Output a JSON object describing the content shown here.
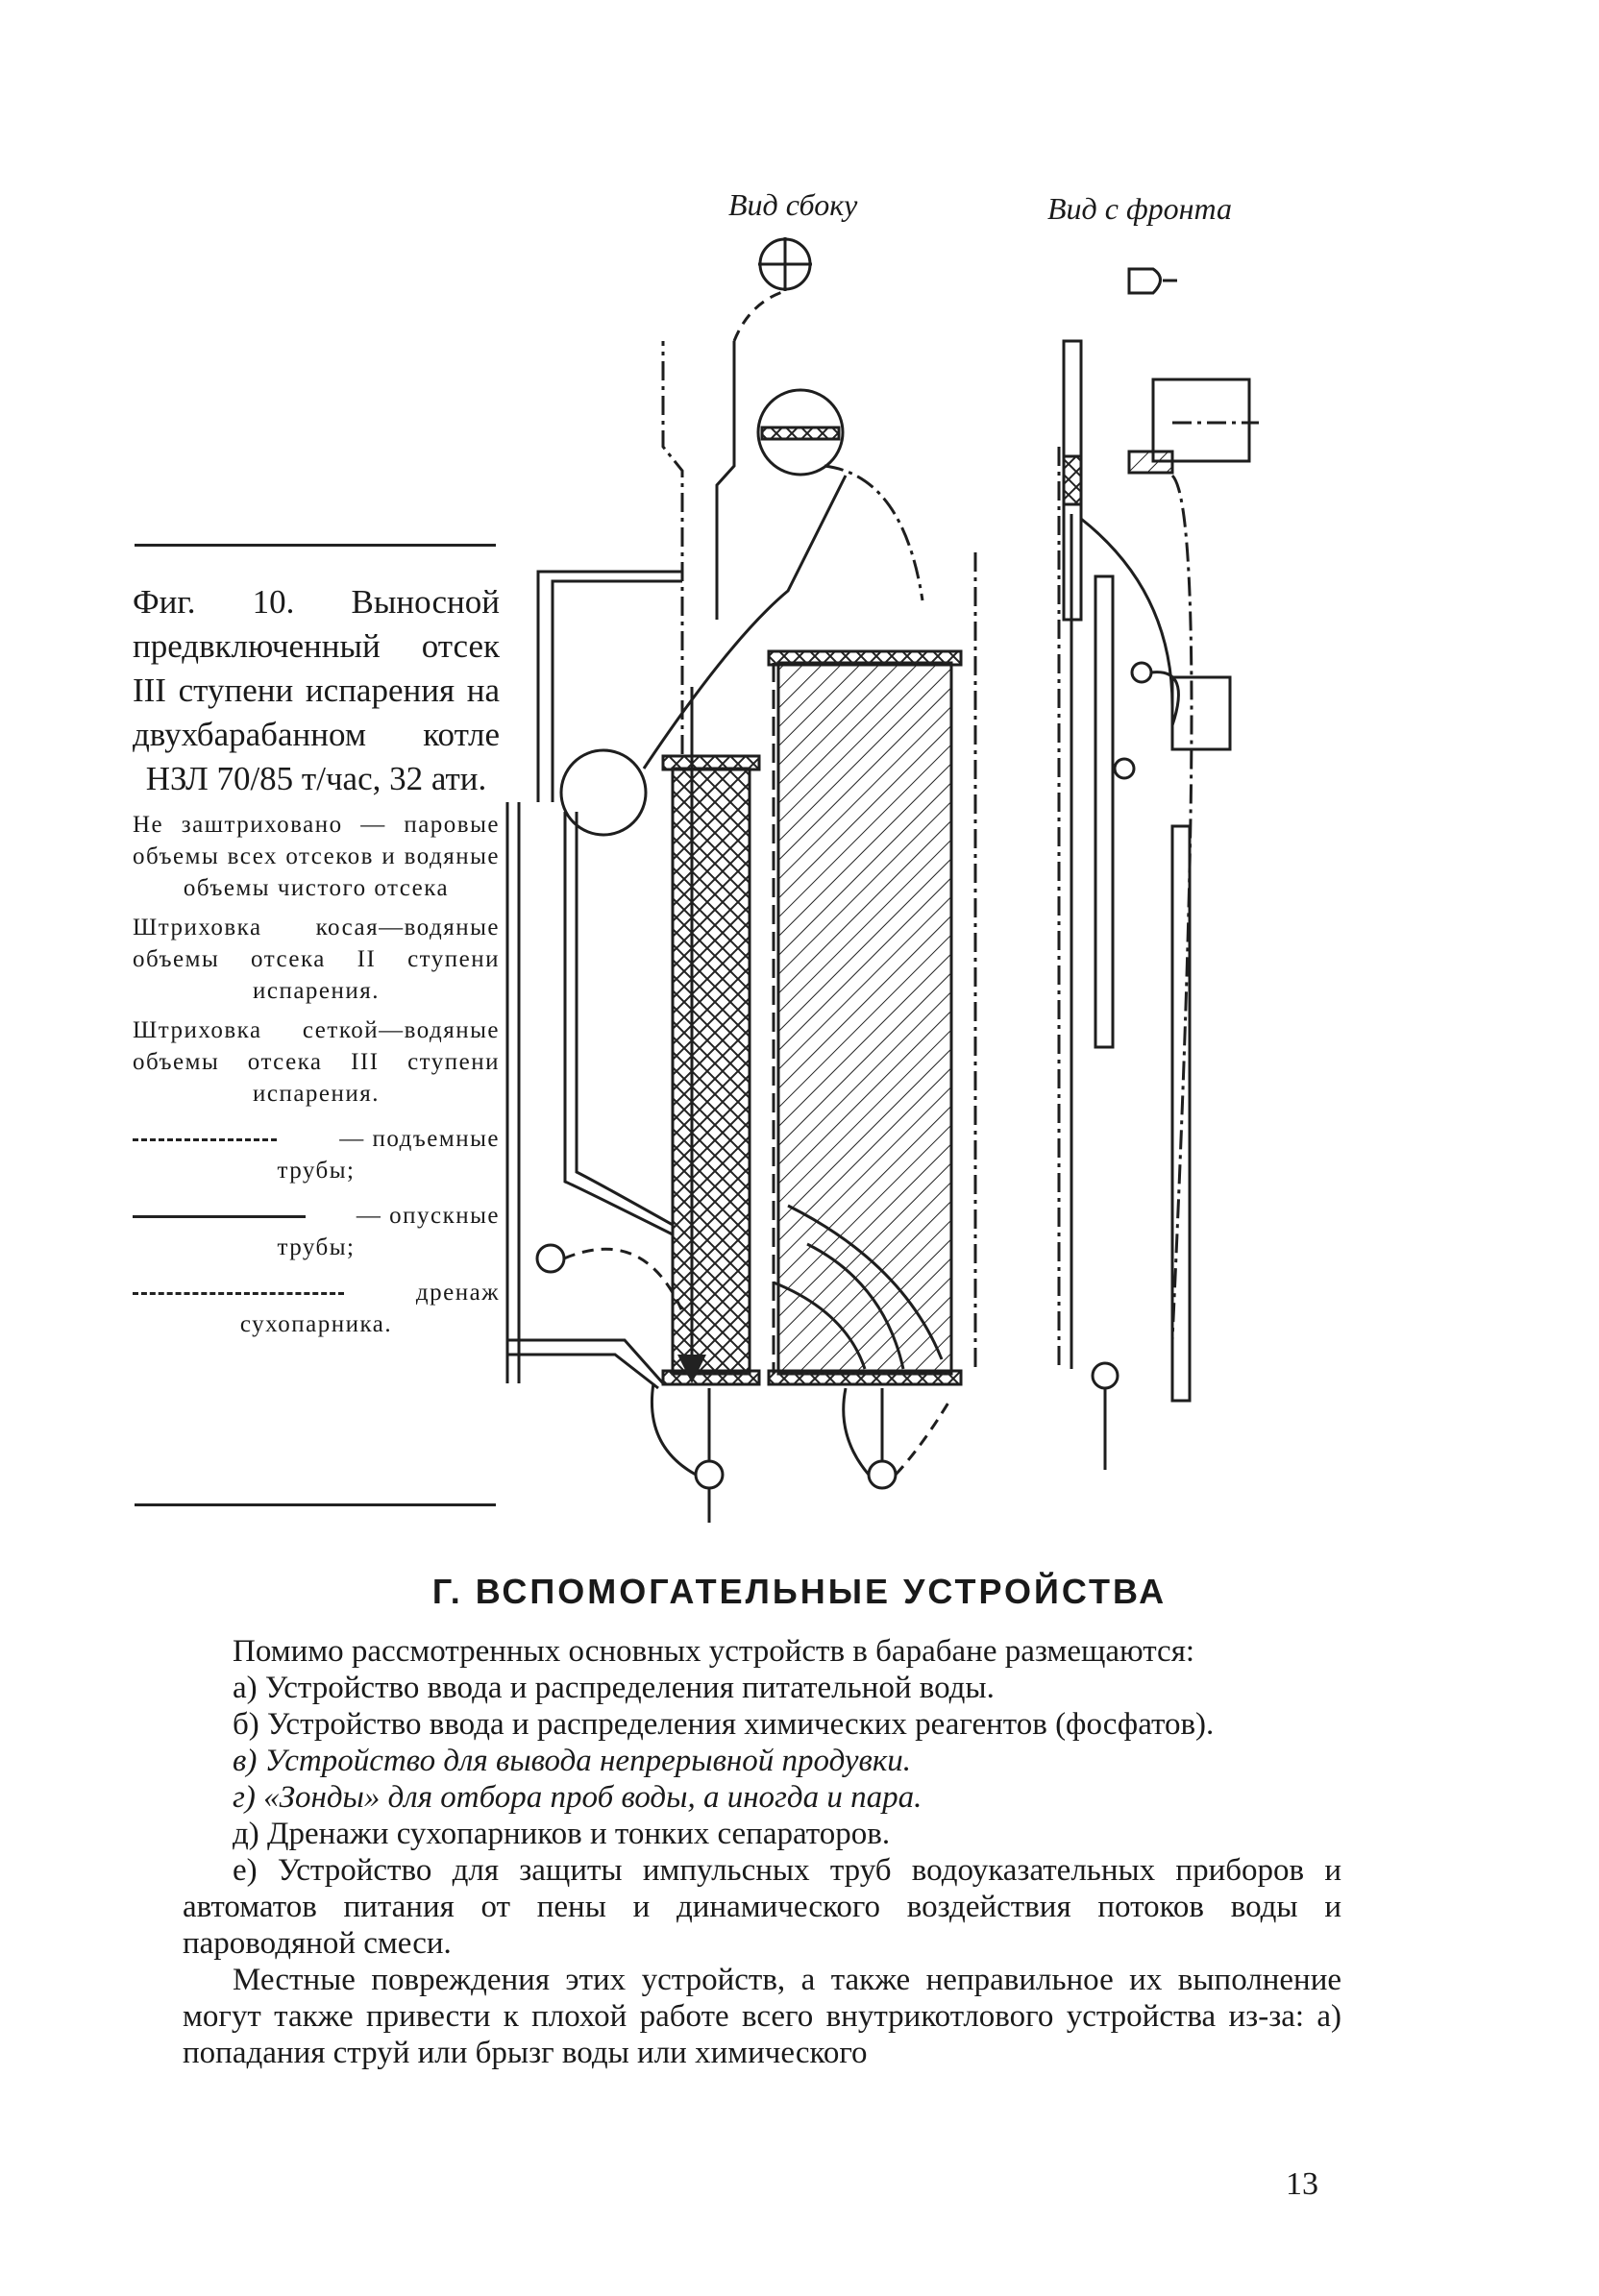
{
  "figure": {
    "view_side_label": "Вид сбоку",
    "view_front_label": "Вид с фронта",
    "caption_title": "Фиг. 10. Выносной предвключенный отсек III ступени испарения на двухбарабанном котле НЗЛ 70/85 т/час, 32 ати.",
    "note_1": "Не заштриховано — паровые объемы всех отсеков и водяные объемы чистого отсека",
    "note_2": "Штриховка косая—водяные объемы отсека II ступени испарения.",
    "note_3": "Штриховка сеткой—водяные объемы отсека III ступени испарения.",
    "legend": [
      {
        "text": "— подъемные",
        "cont": "трубы;"
      },
      {
        "text": "— опускные",
        "cont": "трубы;"
      },
      {
        "text": "дренаж",
        "cont": "сухопарника."
      }
    ]
  },
  "section": {
    "heading": "Г. ВСПОМОГАТЕЛЬНЫЕ УСТРОЙСТВА"
  },
  "body": {
    "intro": "Помимо рассмотренных основных устройств в барабане размещаются:",
    "items": [
      "а) Устройство ввода и распределения питательной воды.",
      "б) Устройство ввода и распределения химических реагентов (фосфатов).",
      "в) Устройство для вывода непрерывной продувки.",
      "г) «Зонды» для отбора проб воды, а иногда и пара.",
      "д) Дренажи сухопарников и тонких сепараторов.",
      "е) Устройство для защиты импульсных труб водоуказательных приборов и автоматов питания от пены и динамического воздействия потоков воды и пароводяной смеси."
    ],
    "closing": "Местные повреждения этих устройств, а также неправильное их выполнение могут также привести к плохой работе всего внутрикотлового устройства из-за: а) попадания струй или брызг воды или химического"
  },
  "page_number": "13"
}
